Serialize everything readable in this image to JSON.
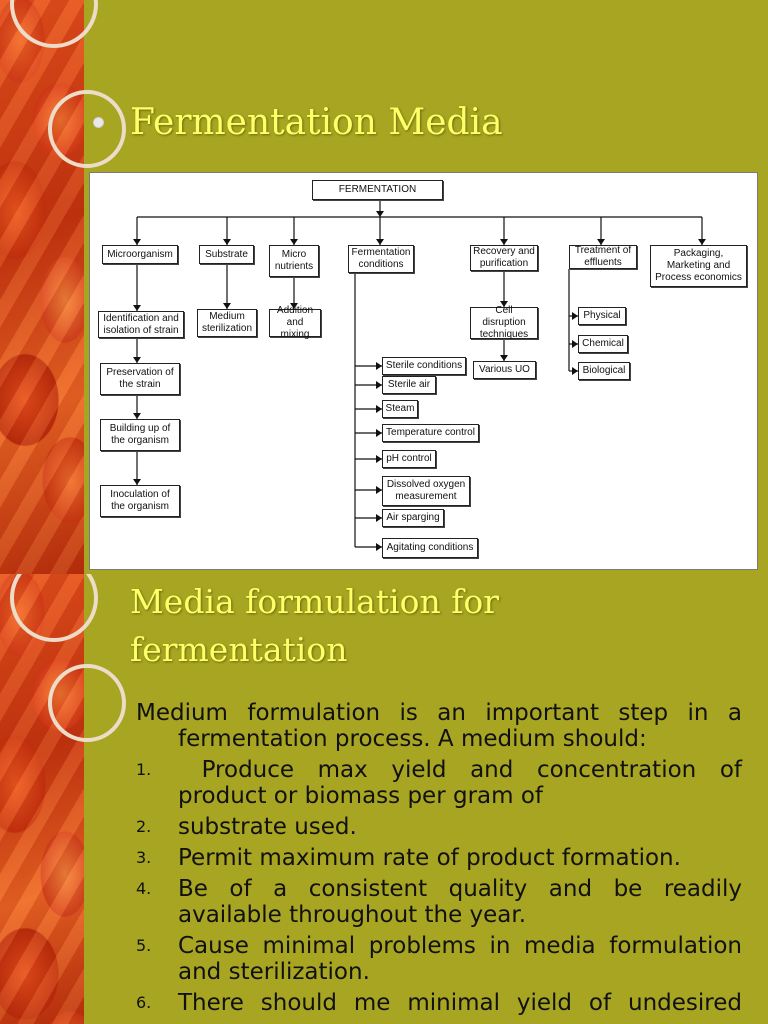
{
  "slide1": {
    "title": "Fermentation Media",
    "diagram": {
      "root": "FERMENTATION",
      "microorganism": "Microorganism",
      "substrate": "Substrate",
      "micro_nutrients": "Micro nutrients",
      "fermentation_conditions": "Fermentation conditions",
      "recovery": "Recovery and purification",
      "treatment": "Treatment of effluents",
      "packaging": "Packaging, Marketing and Process economics",
      "identification": "Identification and isolation of strain",
      "preservation": "Preservation of the strain",
      "building": "Building up of the organism",
      "inoculation": "Inoculation of the organism",
      "medium_sterilization": "Medium sterilization",
      "addition_mixing": "Addition and mixing",
      "cell_disruption": "Cell disruption techniques",
      "various_uo": "Various UO",
      "physical": "Physical",
      "chemical": "Chemical",
      "biological": "Biological",
      "sterile_conditions": "Sterile conditions",
      "sterile_air": "Sterile air",
      "steam": "Steam",
      "temperature_control": "Temperature control",
      "ph_control": "pH control",
      "dissolved_oxygen": "Dissolved oxygen measurement",
      "air_sparging": "Air sparging",
      "agitating_conditions": "Agitating conditions"
    }
  },
  "slide2": {
    "title_line1": "Media formulation for",
    "title_line2": "fermentation",
    "intro_line1": "Medium formulation is an important step in a",
    "intro_line2": "fermentation process. A medium should:",
    "items": [
      {
        "num": "1.",
        "line1": " Produce max yield and concentration of",
        "line2": "product or biomass per gram of"
      },
      {
        "num": "2.",
        "line1": "substrate used.",
        "line2": ""
      },
      {
        "num": "3.",
        "line1": "Permit maximum rate of product formation.",
        "line2": ""
      },
      {
        "num": "4.",
        "line1": "Be of a consistent quality and be readily",
        "line2": "available throughout the year."
      },
      {
        "num": "5.",
        "line1": "Cause minimal problems in media formulation",
        "line2": "and sterilization."
      },
      {
        "num": "6.",
        "line1": "There should me minimal yield of undesired",
        "line2": ""
      }
    ]
  }
}
